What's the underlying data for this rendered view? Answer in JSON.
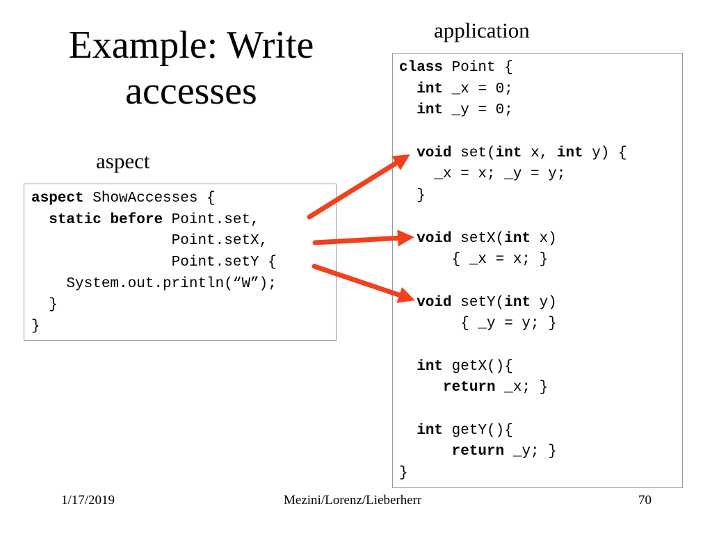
{
  "title_line1": "Example: Write",
  "title_line2": "accesses",
  "label_application": "application",
  "label_aspect": "aspect",
  "aspect_code": [
    [
      {
        "t": "aspect",
        "k": true
      },
      {
        "t": " ShowAccesses {"
      }
    ],
    [
      {
        "t": "  "
      },
      {
        "t": "static",
        "k": true
      },
      {
        "t": " "
      },
      {
        "t": "before",
        "k": true
      },
      {
        "t": " Point.set,"
      }
    ],
    [
      {
        "t": "                Point.setX,"
      }
    ],
    [
      {
        "t": "                Point.setY {"
      }
    ],
    [
      {
        "t": "    System.out.println(“W”);"
      }
    ],
    [
      {
        "t": "  }"
      }
    ],
    [
      {
        "t": "}"
      }
    ]
  ],
  "application_code": [
    [
      {
        "t": "class",
        "k": true
      },
      {
        "t": " Point {"
      }
    ],
    [
      {
        "t": "  "
      },
      {
        "t": "int",
        "k": true
      },
      {
        "t": " _x = 0;"
      }
    ],
    [
      {
        "t": "  "
      },
      {
        "t": "int",
        "k": true
      },
      {
        "t": " _y = 0;"
      }
    ],
    [
      {
        "t": ""
      }
    ],
    [
      {
        "t": "  "
      },
      {
        "t": "void",
        "k": true
      },
      {
        "t": " set("
      },
      {
        "t": "int",
        "k": true
      },
      {
        "t": " x, "
      },
      {
        "t": "int",
        "k": true
      },
      {
        "t": " y) {"
      }
    ],
    [
      {
        "t": "    _x = x; _y = y;"
      }
    ],
    [
      {
        "t": "  }"
      }
    ],
    [
      {
        "t": ""
      }
    ],
    [
      {
        "t": "  "
      },
      {
        "t": "void",
        "k": true
      },
      {
        "t": " setX("
      },
      {
        "t": "int",
        "k": true
      },
      {
        "t": " x)"
      }
    ],
    [
      {
        "t": "      { _x = x; }"
      }
    ],
    [
      {
        "t": ""
      }
    ],
    [
      {
        "t": "  "
      },
      {
        "t": "void",
        "k": true
      },
      {
        "t": " setY("
      },
      {
        "t": "int",
        "k": true
      },
      {
        "t": " y)"
      }
    ],
    [
      {
        "t": "       { _y = y; }"
      }
    ],
    [
      {
        "t": ""
      }
    ],
    [
      {
        "t": "  "
      },
      {
        "t": "int",
        "k": true
      },
      {
        "t": " getX(){"
      }
    ],
    [
      {
        "t": "     "
      },
      {
        "t": "return",
        "k": true
      },
      {
        "t": " _x; }"
      }
    ],
    [
      {
        "t": ""
      }
    ],
    [
      {
        "t": "  "
      },
      {
        "t": "int",
        "k": true
      },
      {
        "t": " getY(){"
      }
    ],
    [
      {
        "t": "      "
      },
      {
        "t": "return",
        "k": true
      },
      {
        "t": " _y; }"
      }
    ],
    [
      {
        "t": "}"
      }
    ]
  ],
  "arrow_color": "#f0401e",
  "footer": {
    "date": "1/17/2019",
    "authors": "Mezini/Lorenz/Lieberherr",
    "page": "70"
  }
}
